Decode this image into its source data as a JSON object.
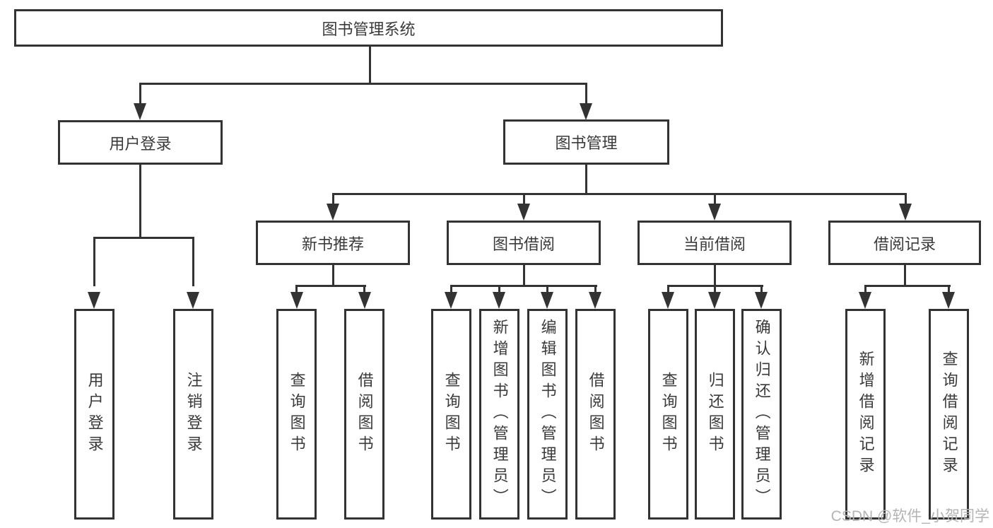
{
  "diagram": {
    "title": "图书管理系统",
    "line_color": "#333333",
    "text_color": "#3a3a3a",
    "tree": {
      "root": {
        "label": "图书管理系统"
      },
      "level2": [
        {
          "label": "用户登录",
          "children": [
            {
              "label": "用户登录"
            },
            {
              "label": "注销登录"
            }
          ]
        },
        {
          "label": "图书管理",
          "children": [
            {
              "label": "新书推荐",
              "children": [
                {
                  "label": "查询图书"
                },
                {
                  "label": "借阅图书"
                }
              ]
            },
            {
              "label": "图书借阅",
              "children": [
                {
                  "label": "查询图书"
                },
                {
                  "label": "新增图书（管理员）"
                },
                {
                  "label": "编辑图书（管理员）"
                },
                {
                  "label": "借阅图书"
                }
              ]
            },
            {
              "label": "当前借阅",
              "children": [
                {
                  "label": "查询图书"
                },
                {
                  "label": "归还图书"
                },
                {
                  "label": "确认归还（管理员）"
                }
              ]
            },
            {
              "label": "借阅记录",
              "children": [
                {
                  "label": "新增借阅记录"
                },
                {
                  "label": "查询借阅记录"
                }
              ]
            }
          ]
        }
      ]
    }
  },
  "watermark": {
    "text": "CSDN @软件_小贺同学",
    "color": "#b4b4b4"
  }
}
